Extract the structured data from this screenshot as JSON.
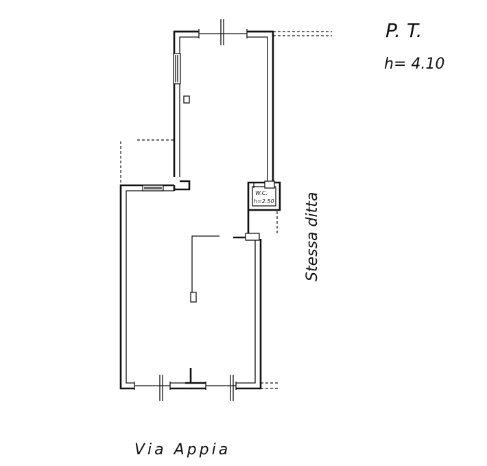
{
  "plan": {
    "floor_label": "P. T.",
    "height_label": "h= 4.10",
    "street_label": "Via Appia",
    "neighbor_label": "Stessa ditta",
    "wc_label": "W.C.",
    "wc_height_label": "h=2.50"
  }
}
